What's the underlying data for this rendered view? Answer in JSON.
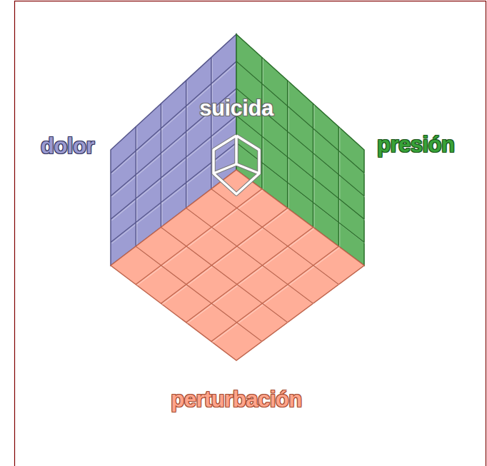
{
  "diagram": {
    "nodes": [
      {
        "text": [
          "suicida"
        ]
      },
      {
        "text": [
          "dolor"
        ]
      },
      {
        "text": [
          "presión"
        ]
      },
      {
        "text": [
          "perturbación"
        ]
      }
    ]
  }
}
